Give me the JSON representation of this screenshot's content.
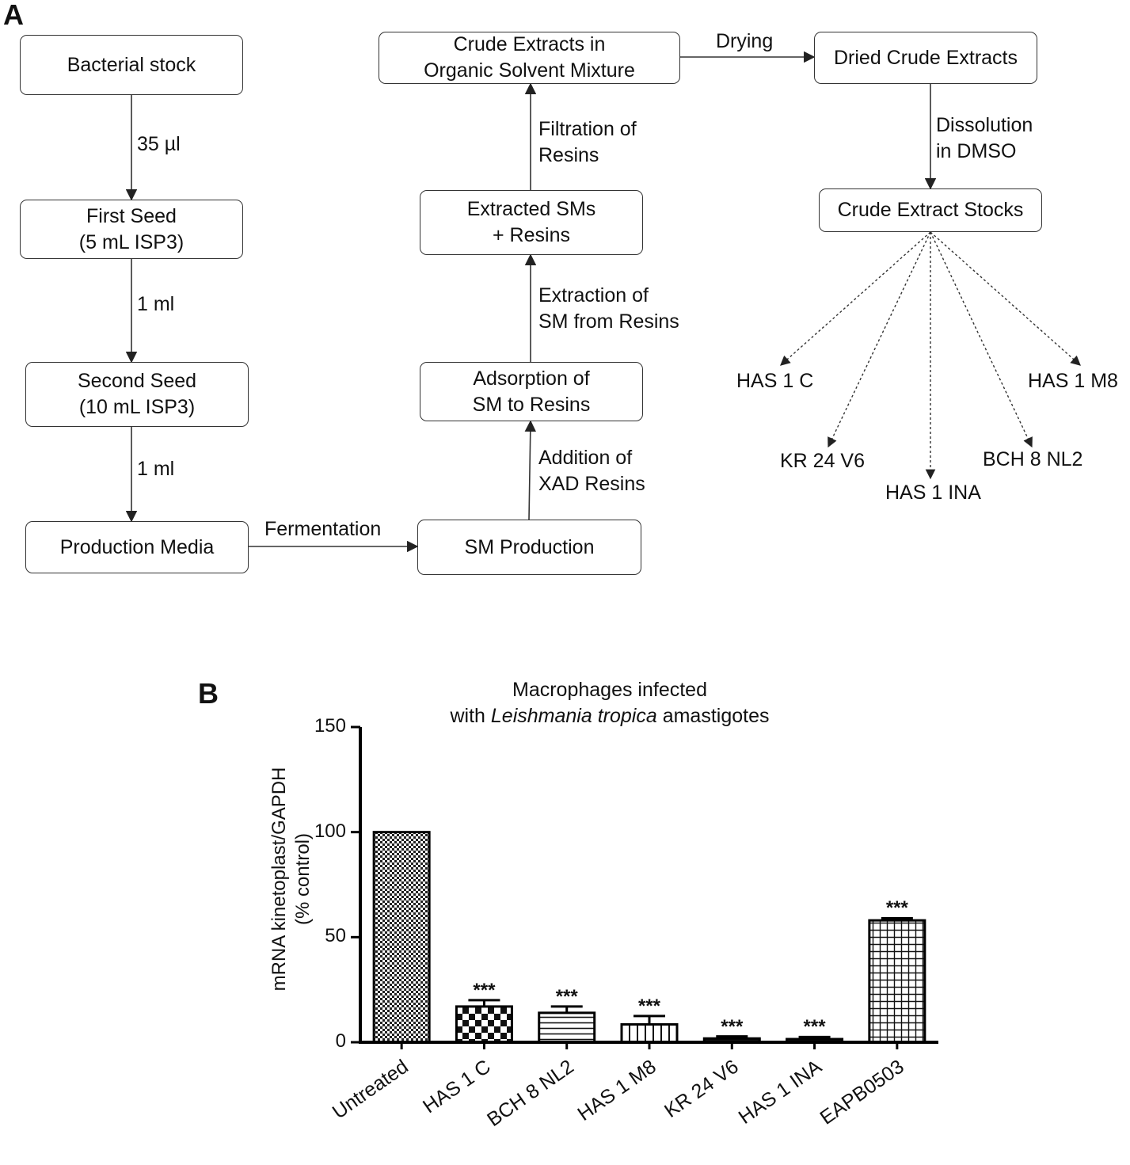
{
  "panels": {
    "a": "A",
    "b": "B"
  },
  "flow": {
    "boxes": {
      "bacterial_stock": "Bacterial stock",
      "first_seed": "First Seed\n(5 mL ISP3)",
      "second_seed": "Second Seed\n(10 mL ISP3)",
      "production_media": "Production Media",
      "sm_production": "SM Production",
      "adsorption": "Adsorption of\nSM to Resins",
      "extracted": "Extracted SMs\n+ Resins",
      "crude_extracts": "Crude Extracts in\nOrganic Solvent Mixture",
      "dried": "Dried Crude Extracts",
      "stocks": "Crude Extract Stocks"
    },
    "labels": {
      "vol1": "35 µl",
      "vol2": "1 ml",
      "vol3": "1 ml",
      "fermentation": "Fermentation",
      "addition": "Addition of\nXAD Resins",
      "extraction": "Extraction of\nSM from Resins",
      "filtration": "Filtration of\nResins",
      "drying": "Drying",
      "dissolution": "Dissolution\nin DMSO"
    },
    "leaves": [
      "HAS 1 C",
      "KR 24 V6",
      "HAS 1 INA",
      "BCH 8 NL2",
      "HAS 1 M8"
    ]
  },
  "chart_data": {
    "type": "bar",
    "title_line1": "Macrophages infected",
    "title_line2_pre": "with ",
    "title_line2_italic": "Leishmania tropica",
    "title_line2_post": " amastigotes",
    "ylabel": "mRNA kinetoplast/GAPDH\n(% control)",
    "ylim": [
      0,
      150
    ],
    "yticks": [
      0,
      50,
      100,
      150
    ],
    "categories": [
      "Untreated",
      "HAS 1 C",
      "BCH 8 NL2",
      "HAS 1 M8",
      "KR 24 V6",
      "HAS 1 INA",
      "EAPB0503"
    ],
    "values": [
      100,
      17,
      14,
      8.5,
      1.8,
      1.5,
      58
    ],
    "errors": [
      0,
      3,
      3,
      4,
      1,
      1,
      1
    ],
    "significance": [
      "",
      "***",
      "***",
      "***",
      "***",
      "***",
      "***"
    ],
    "patterns": [
      "fine-checker",
      "checker",
      "horizontal-lines",
      "vertical-lines",
      "solid",
      "solid",
      "grid"
    ]
  }
}
